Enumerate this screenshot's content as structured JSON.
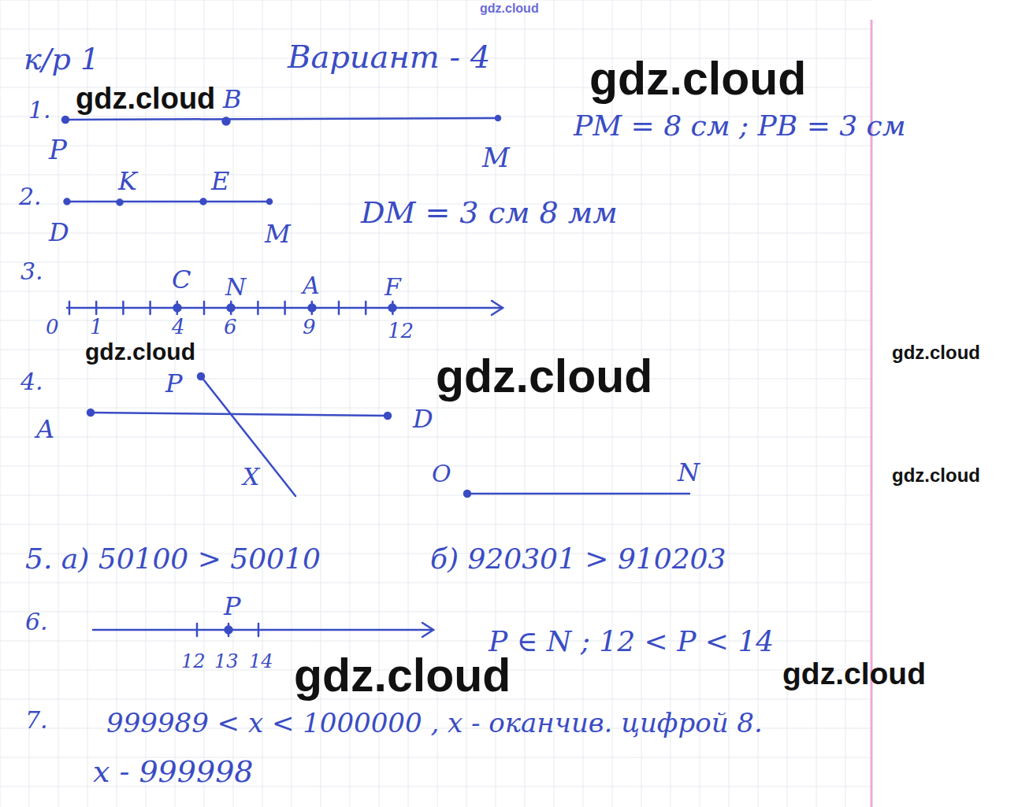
{
  "diagram": {
    "labels": [
      "gdz.cloud",
      "к/р 1",
      "Вариант - 4",
      "gdz.cloud",
      "1.",
      "gdz.cloud",
      "B",
      "P",
      "M",
      "PM = 8 см ; PB = 3 см",
      "2.",
      "K",
      "E",
      "D",
      "M",
      "DM = 3 см 8 мм",
      "3.",
      "C",
      "N",
      "A",
      "F",
      "0",
      "1",
      "4",
      "6",
      "9",
      "12",
      "gdz.cloud",
      "4.",
      "P",
      "gdz.cloud",
      "gdz.cloud",
      "A",
      "D",
      "X",
      "O",
      "N",
      "gdz.cloud",
      "5. а) 50100 > 50010",
      "б) 920301 > 910203",
      "6.",
      "P",
      "12",
      "13",
      "14",
      "P ∈ N ; 12 < P < 14",
      "gdz.cloud",
      "gdz.cloud",
      "7.",
      "999989 < x < 1000000 , x - оканчив. цифрой 8.",
      "x - 999998"
    ]
  }
}
